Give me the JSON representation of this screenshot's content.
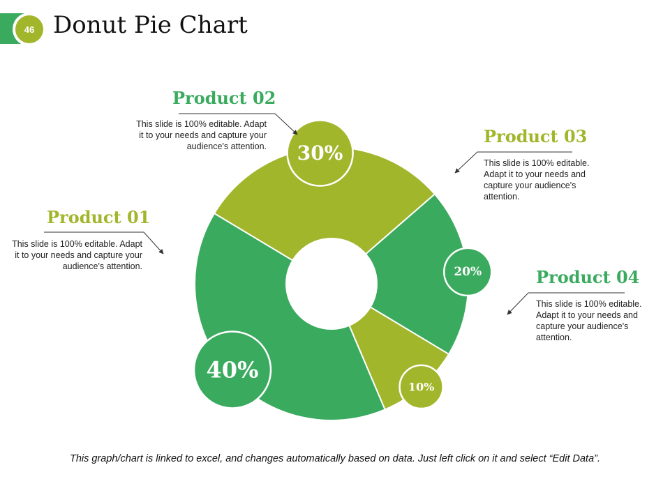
{
  "slide": {
    "number": "46",
    "title": "Donut Pie Chart"
  },
  "colors": {
    "green": "#3aaa5e",
    "olive": "#a2b62b"
  },
  "chart_data": {
    "type": "pie",
    "categories": [
      "Product 01",
      "Product 02",
      "Product 03",
      "Product 04"
    ],
    "values": [
      30,
      20,
      10,
      40
    ],
    "labels": [
      "30%",
      "20%",
      "10%",
      "40%"
    ],
    "colors": [
      "#a2b62b",
      "#3aaa5e",
      "#a2b62b",
      "#3aaa5e"
    ]
  },
  "callouts": {
    "p01": {
      "title": "Product 01",
      "text": "This slide is 100% editable. Adapt it to your needs and capture your audience's attention."
    },
    "p02": {
      "title": "Product 02",
      "text": "This slide is 100% editable. Adapt it to your needs and capture your audience's attention."
    },
    "p03": {
      "title": "Product 03",
      "text": "This slide is 100% editable. Adapt it to your needs and capture your audience's attention."
    },
    "p04": {
      "title": "Product 04",
      "text": "This slide is 100% editable. Adapt it to your needs and capture your audience's attention."
    }
  },
  "footer": "This graph/chart is linked to excel, and changes automatically based on data. Just left click on it and select “Edit Data”."
}
